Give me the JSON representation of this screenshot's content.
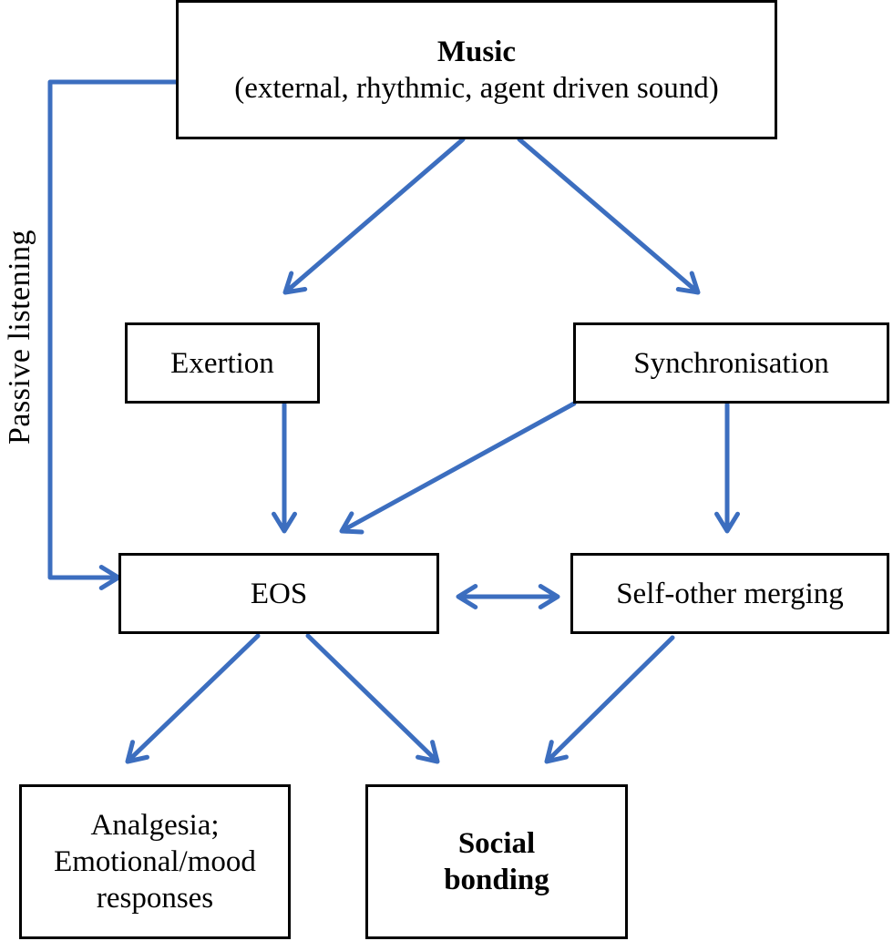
{
  "diagram": {
    "arrow_color": "#3C6EBF",
    "border_color": "#000000",
    "nodes": {
      "music": {
        "title": "Music",
        "subtitle": "(external, rhythmic, agent driven sound)"
      },
      "exertion": {
        "label": "Exertion"
      },
      "synchronisation": {
        "label": "Synchronisation"
      },
      "eos": {
        "label": "EOS"
      },
      "self_other": {
        "label": "Self-other merging"
      },
      "analgesia": {
        "lines": [
          "Analgesia;",
          "Emotional/mood",
          "responses"
        ]
      },
      "social": {
        "lines": [
          "Social",
          "bonding"
        ]
      }
    },
    "edge_labels": {
      "passive": "Passive listening"
    },
    "edges": [
      {
        "from": "music",
        "to": "exertion"
      },
      {
        "from": "music",
        "to": "synchronisation"
      },
      {
        "from": "music",
        "to": "eos",
        "label": "Passive listening"
      },
      {
        "from": "exertion",
        "to": "eos"
      },
      {
        "from": "synchronisation",
        "to": "eos"
      },
      {
        "from": "synchronisation",
        "to": "self_other"
      },
      {
        "from": "eos",
        "to": "self_other",
        "bidirectional": true
      },
      {
        "from": "eos",
        "to": "analgesia"
      },
      {
        "from": "eos",
        "to": "social"
      },
      {
        "from": "self_other",
        "to": "social"
      }
    ]
  }
}
